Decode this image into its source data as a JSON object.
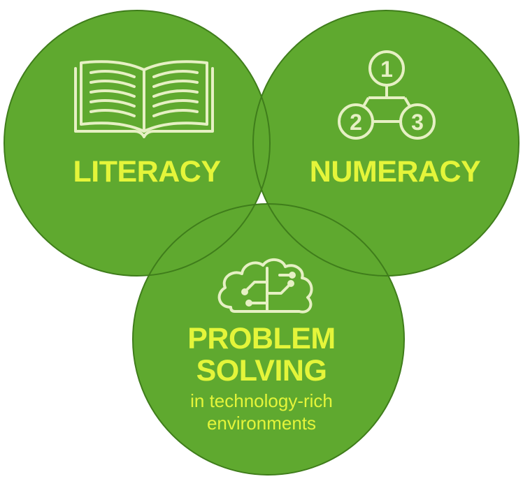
{
  "colors": {
    "circle_fill": "#5fa92f",
    "circle_stroke": "#3f7d1b",
    "label_color": "#e4f53a",
    "icon_color": "#e6f0c4"
  },
  "circles": [
    {
      "id": "literacy",
      "title": "LITERACY",
      "icon": "open-book-icon"
    },
    {
      "id": "numeracy",
      "title": "NUMERACY",
      "icon": "numbers-network-icon",
      "icon_numbers": [
        "1",
        "2",
        "3"
      ]
    },
    {
      "id": "problem-solving",
      "title_line1": "PROBLEM",
      "title_line2": "SOLVING",
      "subtitle_line1": "in technology-rich",
      "subtitle_line2": "environments",
      "icon": "brain-circuit-icon"
    }
  ]
}
